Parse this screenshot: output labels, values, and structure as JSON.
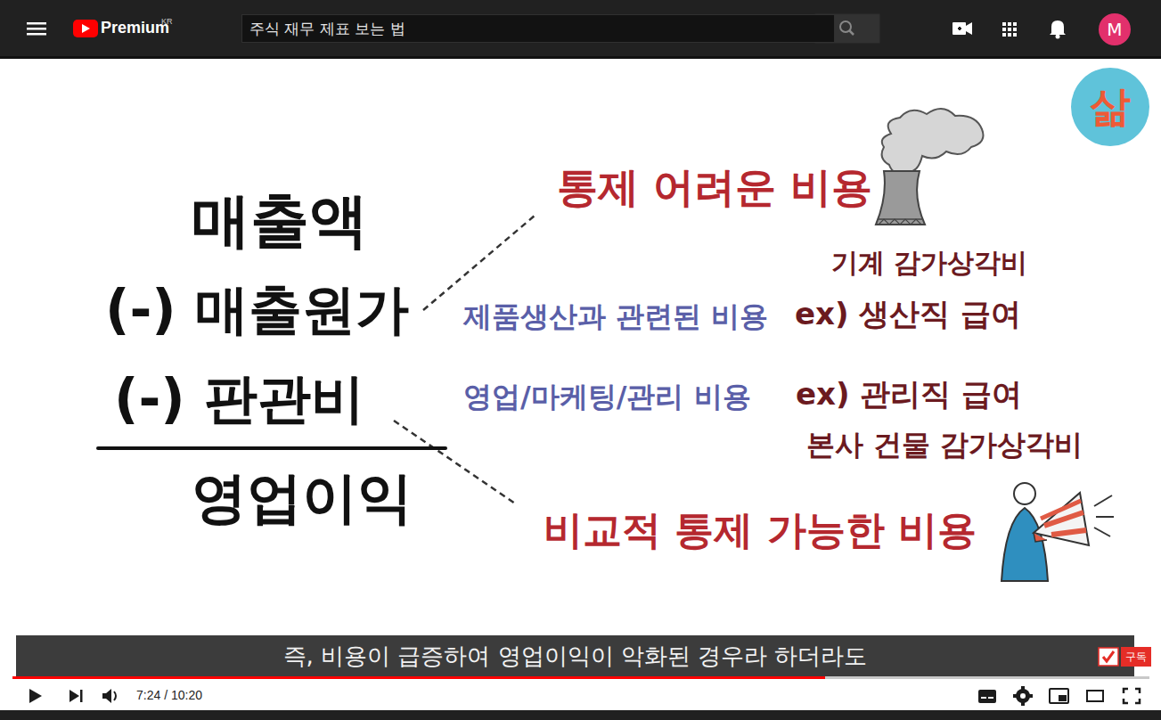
{
  "diagram": {
    "nodes": [
      {
        "text": [
          "주식 재무 제표 보는 법"
        ]
      },
      {
        "text": [
          "M"
        ]
      },
      {
        "text": [
          "삶"
        ]
      },
      {
        "text": [
          "즉, 비용이 급증하여 영업이익이 악화된 경우라 하더라도"
        ]
      },
      {
        "text": [
          "구독"
        ]
      }
    ],
    "labels": [
      "Premium",
      "KR",
      "매출액",
      "(-) 매출원가",
      "(-) 판관비",
      "영업이익",
      "통제 어려운 비용",
      "기계 감가상각비",
      "제품생산과 관련된 비용",
      "ex) 생산직 급여",
      "영업/마케팅/관리 비용",
      "ex) 관리직 급여",
      "본사 건물 감가상각비",
      "비교적 통제 가능한 비용",
      "7:24 / 10:20"
    ]
  }
}
